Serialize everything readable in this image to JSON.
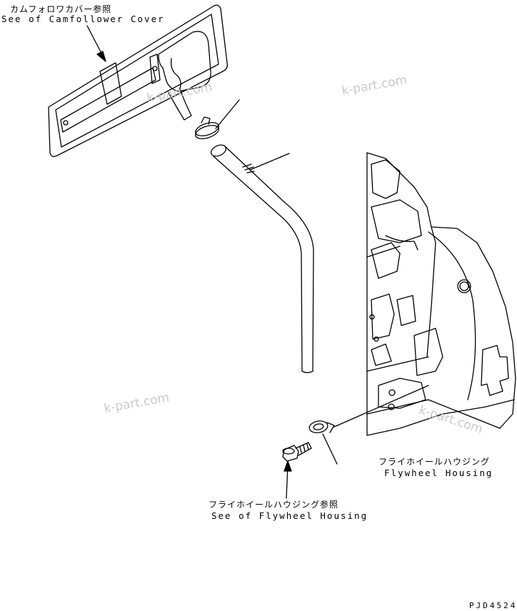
{
  "callouts": {
    "camfollower_jp": "カムフォロワカバー参照",
    "camfollower_en": "See of Camfollower Cover",
    "flywheel_jp": "フライホイールハウジング",
    "flywheel_en": "Flywheel Housing",
    "flywheel_ref_jp": "フライホイールハウジング参照",
    "flywheel_ref_en": "See of Flywheel Housing"
  },
  "watermark": "k-part.com",
  "drawing_number": "PJD4524"
}
